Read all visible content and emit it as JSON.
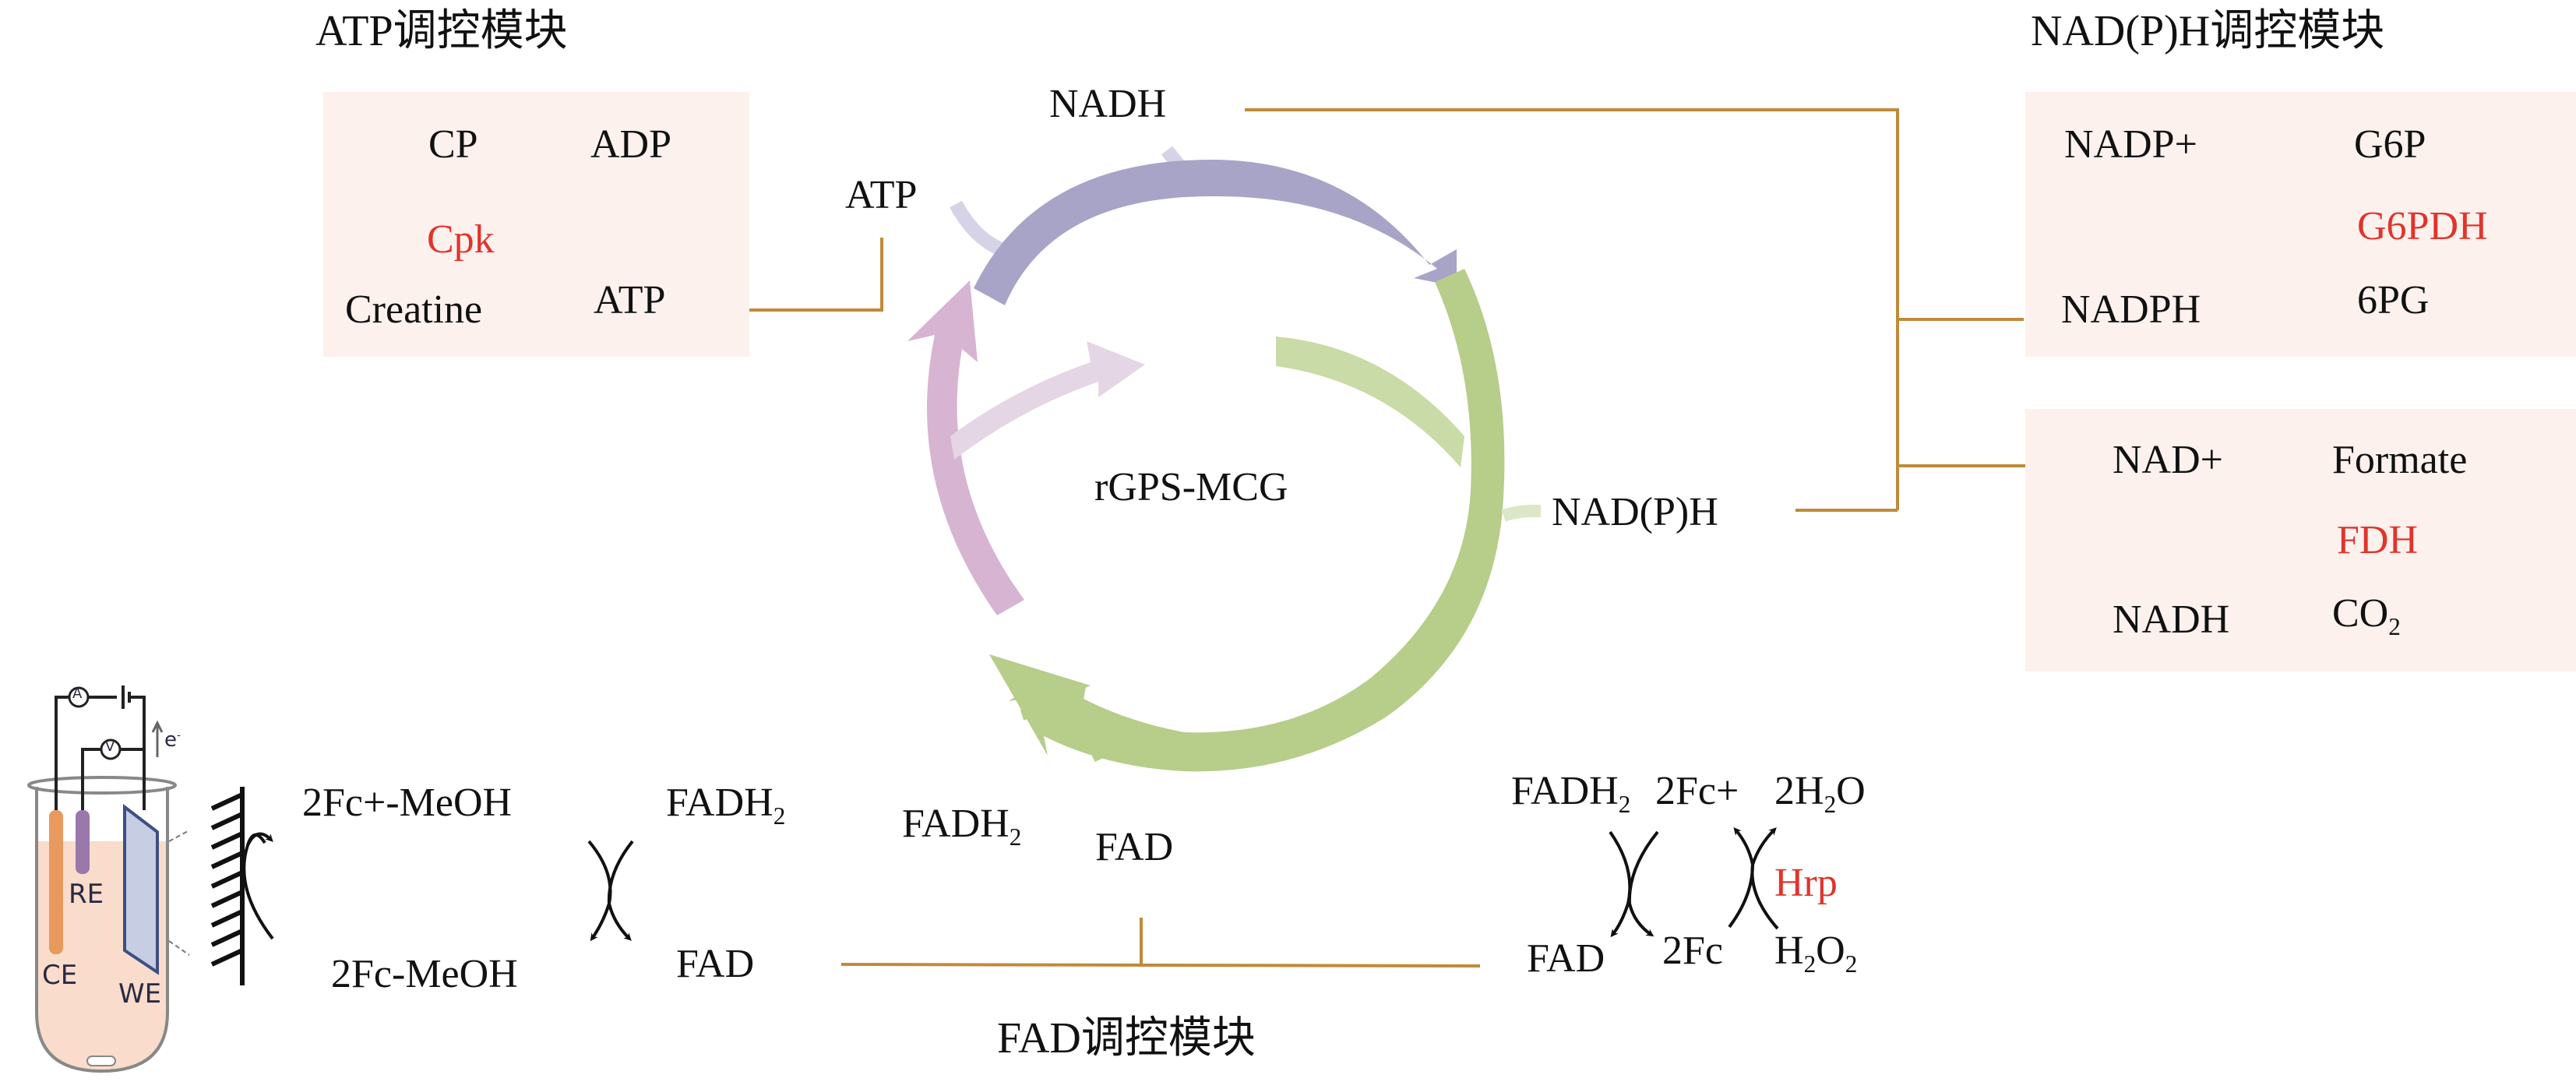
{
  "diagram": {
    "center_label": "rGPS-MCG",
    "cycle_labels": {
      "nadh": "NADH",
      "atp": "ATP",
      "nadph": "NAD(P)H",
      "fadh2": "FADH",
      "fadh2_sub": "2",
      "fad": "FAD"
    },
    "colors": {
      "box_bg": "#fdf1ee",
      "enzyme": "#e0342c",
      "connector": "#c08a3a",
      "arc_purple": "#a8a4c8",
      "arc_purple_light": "#d6d3e6",
      "arc_pink": "#d6b4d2",
      "arc_pink_light": "#e4d6e4",
      "arc_green": "#b7cd8a",
      "arc_green_light": "#c9dba6",
      "arc_green_pale": "#dbe7c6"
    }
  },
  "modules": {
    "atp": {
      "title": "ATP调控模块",
      "substrate_left": "CP",
      "substrate_right": "ADP",
      "enzyme": "Cpk",
      "product_left": "Creatine",
      "product_right": "ATP"
    },
    "nadph": {
      "title": "NAD(P)H调控模块",
      "g6pdh": {
        "substrate_left": "NADP+",
        "substrate_right": "G6P",
        "enzyme": "G6PDH",
        "product_left": "NADPH",
        "product_right": "6PG"
      },
      "fdh": {
        "substrate_left": "NAD+",
        "substrate_right": "Formate",
        "enzyme": "FDH",
        "product_left": "NADH",
        "product_right_base": "CO",
        "product_right_sub": "2"
      }
    },
    "fad": {
      "title": "FAD调控模块",
      "electrode": {
        "oxidized": "2Fc+-MeOH",
        "reduced": "2Fc-MeOH",
        "fadh2_base": "FADH",
        "fadh2_sub": "2",
        "fad": "FAD"
      },
      "hrp": {
        "fadh2_base": "FADH",
        "fadh2_sub": "2",
        "fc_plus": "2Fc+",
        "water_pre": "2H",
        "water_sub": "2",
        "water_post": "O",
        "fad": "FAD",
        "fc": "2Fc",
        "enzyme": "Hrp",
        "h2o2_a": "H",
        "h2o2_sub1": "2",
        "h2o2_b": "O",
        "h2o2_sub2": "2"
      }
    }
  },
  "cell": {
    "ammeter": "A",
    "voltmeter": "V",
    "electron": "e",
    "electron_sup": "-",
    "counter_electrode": "CE",
    "reference_electrode": "RE",
    "working_electrode": "WE"
  }
}
